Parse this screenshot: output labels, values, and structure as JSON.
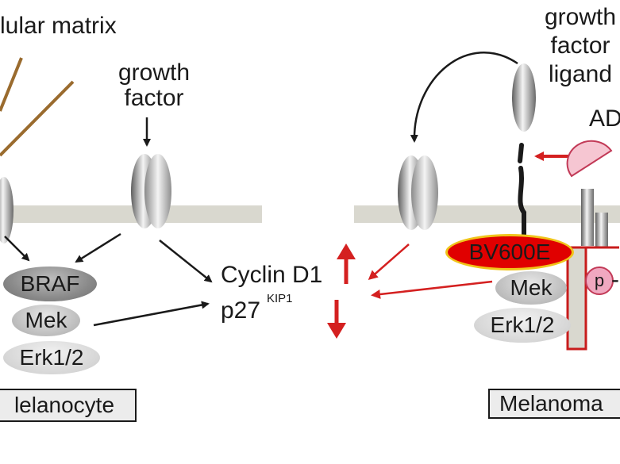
{
  "left_panel": {
    "matrix_label": "lular matrix",
    "growth_factor_label": [
      "growth",
      "factor"
    ],
    "braf": "BRAF",
    "mek": "Mek",
    "erk": "Erk1/2",
    "cell_label": "lelanocyte"
  },
  "center": {
    "cyclin": "Cyclin D1",
    "p27": "p27",
    "p27_sup": "KIP1"
  },
  "right_panel": {
    "ligand_label": [
      "growth",
      "factor",
      "ligand"
    ],
    "ad_label": "AD",
    "bv600e": "BV600E",
    "mek": "Mek",
    "erk": "Erk1/2",
    "p_label": "p",
    "p_suffix": "-R",
    "cell_label": "Melanoma"
  },
  "colors": {
    "membrane": "#d9d8cf",
    "fiber": "#9a6b2e",
    "red_arrow": "#d42020",
    "black_arrow": "#1a1a1a",
    "bv600e_fill": "#e00000",
    "bv600e_border": "#f0c419",
    "ad_pink": "#f6c6d2"
  }
}
